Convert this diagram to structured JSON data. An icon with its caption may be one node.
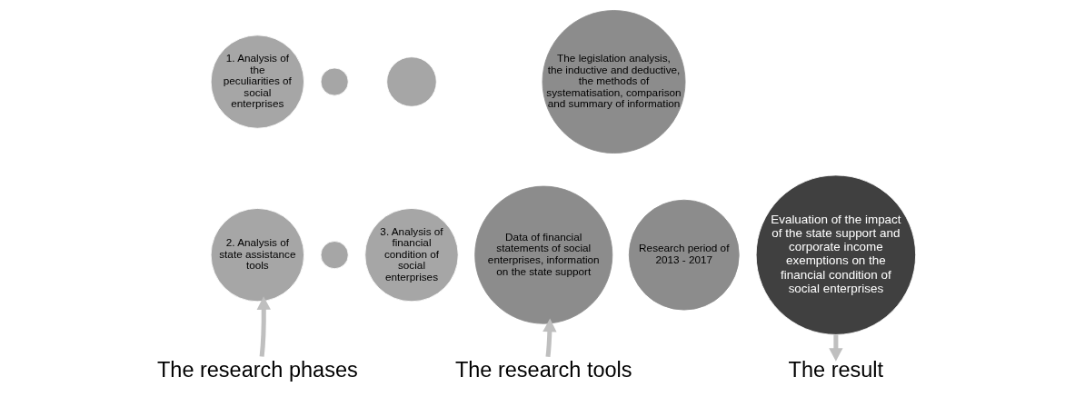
{
  "diagram": {
    "nodes": [
      {
        "text": [
          "1. Analysis of the peculiarities of social enterprises"
        ]
      },
      {
        "text": [],
        "shape": "circle"
      },
      {
        "text": [],
        "shape": "circle"
      },
      {
        "text": [
          "3. Analysis of financial condition of social enterprises"
        ]
      },
      {
        "text": [
          "2. Analysis of state assistance tools"
        ]
      },
      {
        "text": [],
        "shape": "circle"
      },
      {
        "text": [
          "The legislation analysis, the inductive and deductive, the methods of systematisation, comparison and summary of information"
        ]
      },
      {
        "text": [
          "Data of financial statements of social enterprises, information on the state support"
        ]
      },
      {
        "text": [
          "Research period of 2013 - 2017"
        ]
      },
      {
        "text": [
          "Evaluation of the impact of the state support and corporate income exemptions on the financial condition of social enterprises"
        ]
      },
      {
        "text": [
          "The research phases"
        ]
      },
      {
        "text": [
          "The research tools"
        ]
      },
      {
        "text": [
          "The result"
        ]
      }
    ],
    "edges": [
      {
        "from": 10,
        "to": 4,
        "arrow": "to"
      },
      {
        "from": 11,
        "to": 7,
        "arrow": "to"
      },
      {
        "from": 9,
        "to": 12,
        "arrow": "to"
      }
    ]
  }
}
